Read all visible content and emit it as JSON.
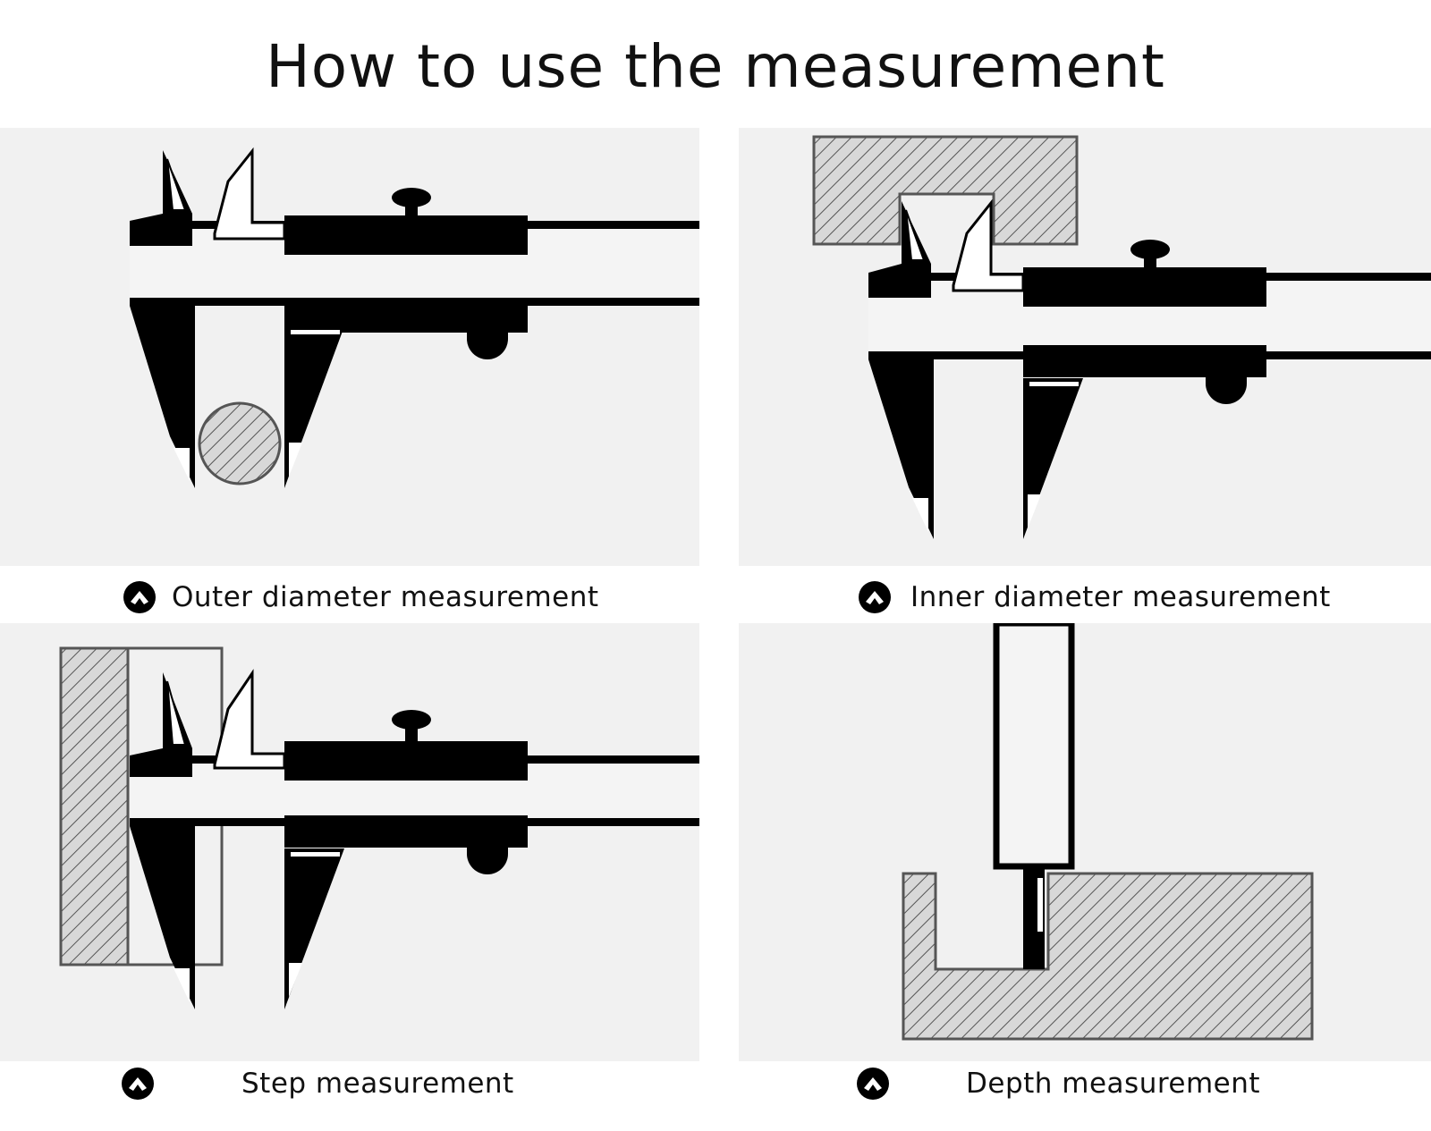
{
  "title": "How to use the measurement",
  "panels": [
    {
      "caption": "Outer diameter measurement",
      "marker_icon": "circle-up-chevron-icon"
    },
    {
      "caption": "Inner diameter measurement",
      "marker_icon": "circle-up-chevron-icon"
    },
    {
      "caption": "Step measurement",
      "marker_icon": "circle-up-chevron-icon"
    },
    {
      "caption": "Depth measurement",
      "marker_icon": "circle-up-chevron-icon"
    }
  ],
  "colors": {
    "panel_background": "#f1f1f1",
    "ink": "#000000",
    "hatch_fill": "#d8d8d8",
    "hatch_outline": "#555555"
  }
}
